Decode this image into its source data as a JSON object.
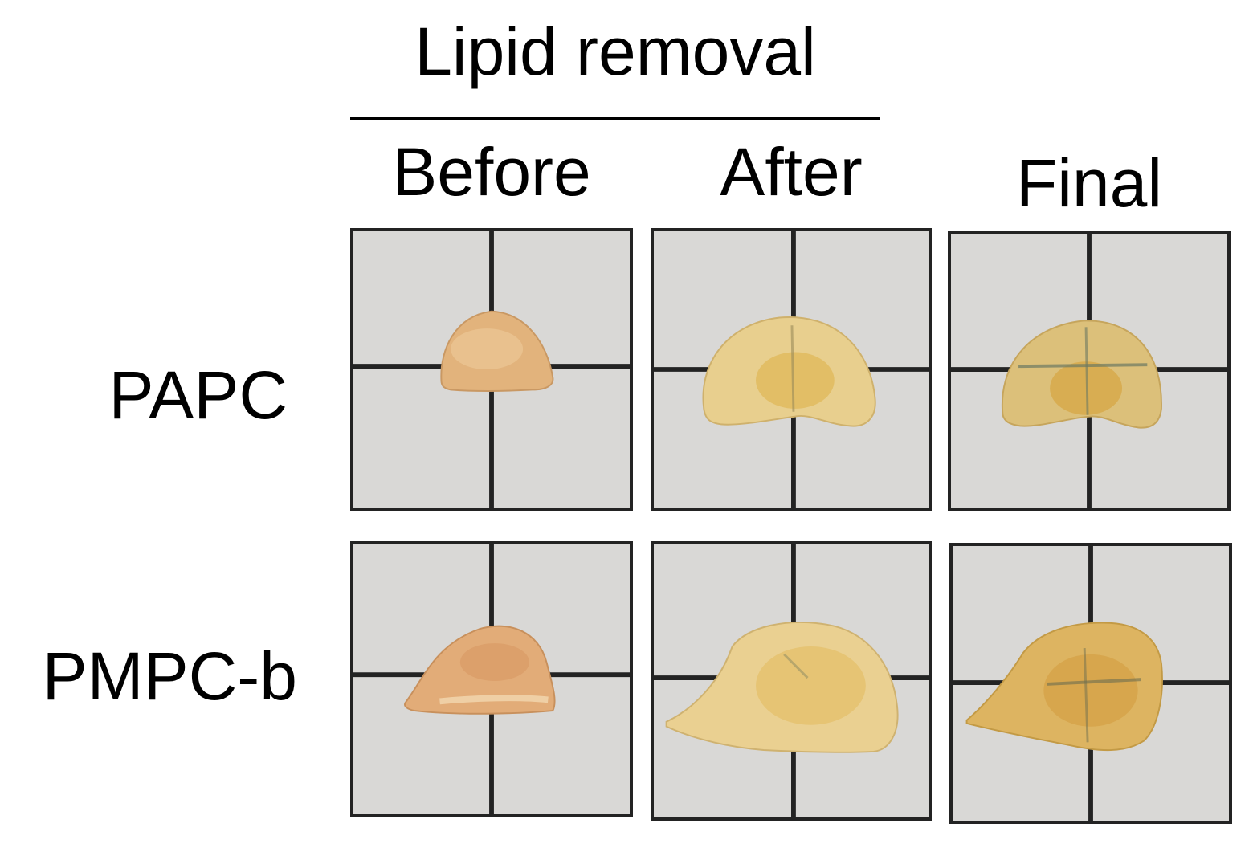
{
  "figure": {
    "group_header": "Lipid removal",
    "columns": [
      "Before",
      "After",
      "Final"
    ],
    "rows": [
      "PAPC",
      "PMPC-b"
    ]
  },
  "panels": [
    {
      "row": "PAPC",
      "column": "Before"
    },
    {
      "row": "PAPC",
      "column": "After"
    },
    {
      "row": "PAPC",
      "column": "Final"
    },
    {
      "row": "PMPC-b",
      "column": "Before"
    },
    {
      "row": "PMPC-b",
      "column": "After"
    },
    {
      "row": "PMPC-b",
      "column": "Final"
    }
  ],
  "colors": {
    "grid_paper": "#d9d8d6",
    "grid_line": "#232323",
    "tissue_before": "#e2b37c",
    "tissue_after": "#e8cf8e",
    "tissue_final": "#dcb86a"
  }
}
